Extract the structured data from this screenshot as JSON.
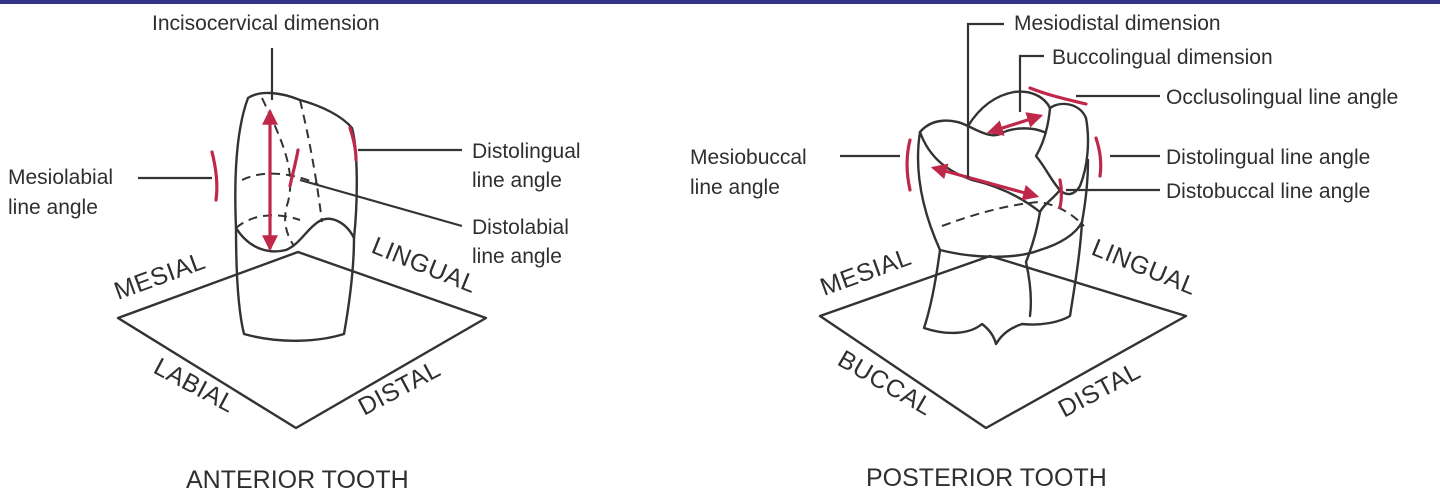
{
  "colors": {
    "header_rule": "#34338a",
    "ink": "#333333",
    "accent": "#c0284a"
  },
  "anterior": {
    "caption": "ANTERIOR TOOTH",
    "incisocervical": "Incisocervical dimension",
    "mesiolabial_1": "Mesiolabial",
    "mesiolabial_2": "line angle",
    "distolingual_1": "Distolingual",
    "distolingual_2": "line angle",
    "distolabial_1": "Distolabial",
    "distolabial_2": "line angle",
    "face_mesial": "MESIAL",
    "face_lingual": "LINGUAL",
    "face_labial": "LABIAL",
    "face_distal": "DISTAL"
  },
  "posterior": {
    "caption": "POSTERIOR TOOTH",
    "mesiodistal": "Mesiodistal dimension",
    "buccolingual": "Buccolingual dimension",
    "occlusolingual": "Occlusolingual line angle",
    "mesiobuccal_1": "Mesiobuccal",
    "mesiobuccal_2": "line angle",
    "distolingual": "Distolingual line angle",
    "distobuccal": "Distobuccal line angle",
    "face_mesial": "MESIAL",
    "face_lingual": "LINGUAL",
    "face_buccal": "BUCCAL",
    "face_distal": "DISTAL"
  }
}
